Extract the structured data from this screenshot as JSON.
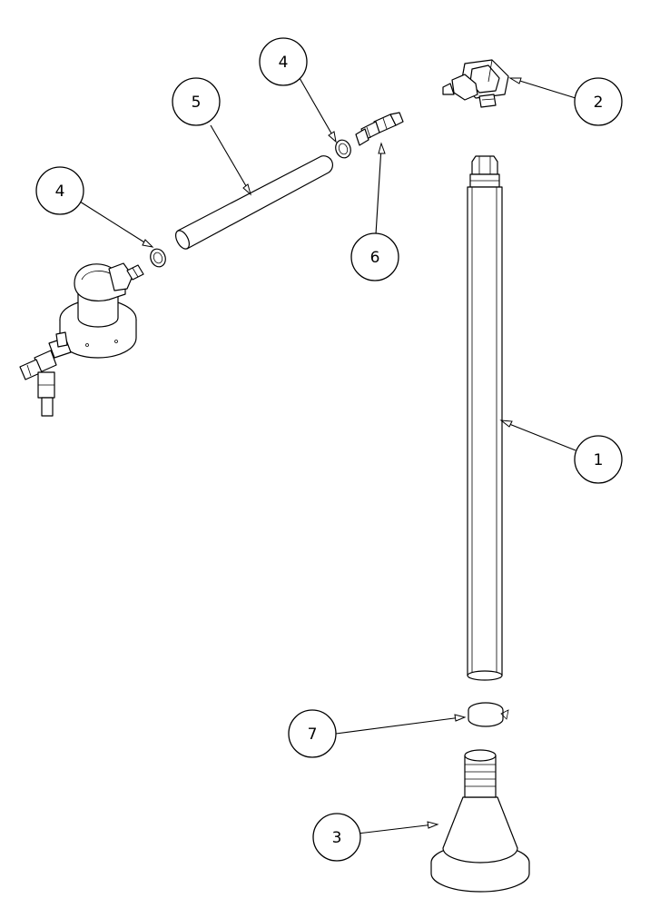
{
  "callouts": [
    {
      "id": "c1",
      "label": "1"
    },
    {
      "id": "c2",
      "label": "2"
    },
    {
      "id": "c3",
      "label": "3"
    },
    {
      "id": "c4a",
      "label": "4"
    },
    {
      "id": "c4b",
      "label": "4"
    },
    {
      "id": "c5",
      "label": "5"
    },
    {
      "id": "c6",
      "label": "6"
    },
    {
      "id": "c7",
      "label": "7"
    }
  ],
  "colors": {
    "line": "#000000",
    "background": "#ffffff"
  }
}
